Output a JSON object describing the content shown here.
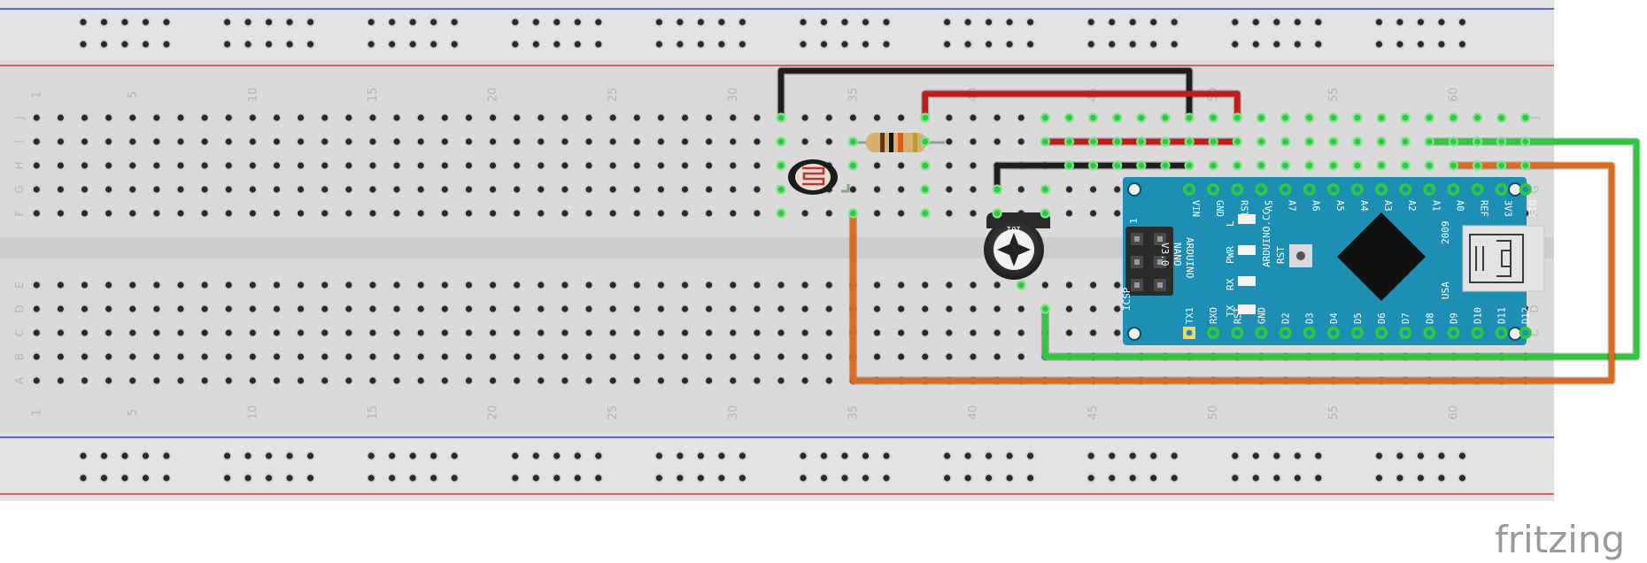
{
  "breadboard": {
    "column_numbers": [
      "1",
      "5",
      "10",
      "15",
      "20",
      "25",
      "30",
      "35",
      "40",
      "45",
      "50",
      "55",
      "60"
    ],
    "rows_top": [
      "J",
      "I",
      "H",
      "G",
      "F"
    ],
    "rows_bottom": [
      "E",
      "D",
      "C",
      "B",
      "A"
    ]
  },
  "arduino": {
    "board_name": "ARDUINO",
    "board_model": "NANO",
    "board_version": "V3.0",
    "site": "ARDUINO.CC",
    "year": "2009",
    "country": "USA",
    "icsp_label": "ICSP",
    "icsp_pin1": "1",
    "rst_label": "RST",
    "led_labels": [
      "L",
      "PWR",
      "RX",
      "TX"
    ],
    "pins_top": [
      "VIN",
      "GND",
      "RST",
      "5V",
      "A7",
      "A6",
      "A5",
      "A4",
      "A3",
      "A2",
      "A1",
      "A0",
      "REF",
      "3V3",
      "D13"
    ],
    "pins_bottom": [
      "TX1",
      "RXO",
      "RST",
      "GND",
      "D2",
      "D3",
      "D4",
      "D5",
      "D6",
      "D7",
      "D8",
      "D9",
      "D10",
      "D11",
      "D12"
    ]
  },
  "potentiometer": {
    "marking": "101"
  },
  "watermark": {
    "text": "fritzing"
  },
  "colors": {
    "wire_black": "#1e1e1e",
    "wire_red": "#c41a1a",
    "wire_green": "#2ec93f",
    "wire_orange": "#dd6b1c",
    "board_teal": "#1e8fb4",
    "rail_blue": "#2d3ed2",
    "rail_red": "#d63b3b",
    "breadboard": "#dcdcdc"
  }
}
